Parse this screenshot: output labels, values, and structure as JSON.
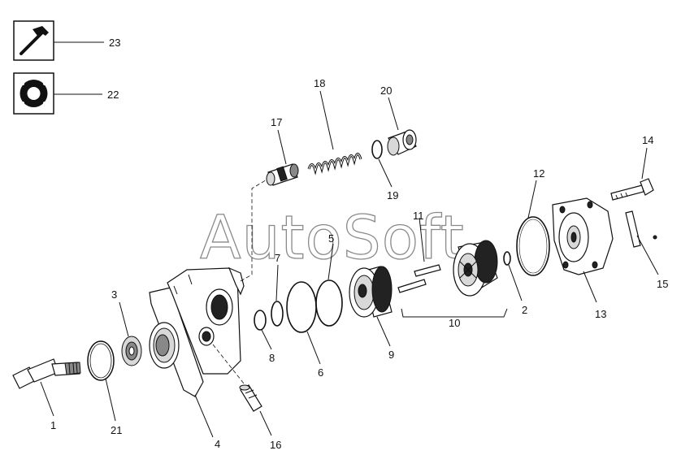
{
  "watermark": "AutoSoft",
  "legend": {
    "hammer_icon": "hammer-icon",
    "gasket_icon": "gasket-ring-icon"
  },
  "callouts": {
    "c1": "1",
    "c2": "2",
    "c3": "3",
    "c4": "4",
    "c5": "5",
    "c6": "6",
    "c7": "7",
    "c8": "8",
    "c9": "9",
    "c10": "10",
    "c11": "11",
    "c12": "12",
    "c13": "13",
    "c14": "14",
    "c15": "15",
    "c16": "16",
    "c17": "17",
    "c18": "18",
    "c19": "19",
    "c20": "20",
    "c21": "21",
    "c22": "22",
    "c23": "23"
  }
}
